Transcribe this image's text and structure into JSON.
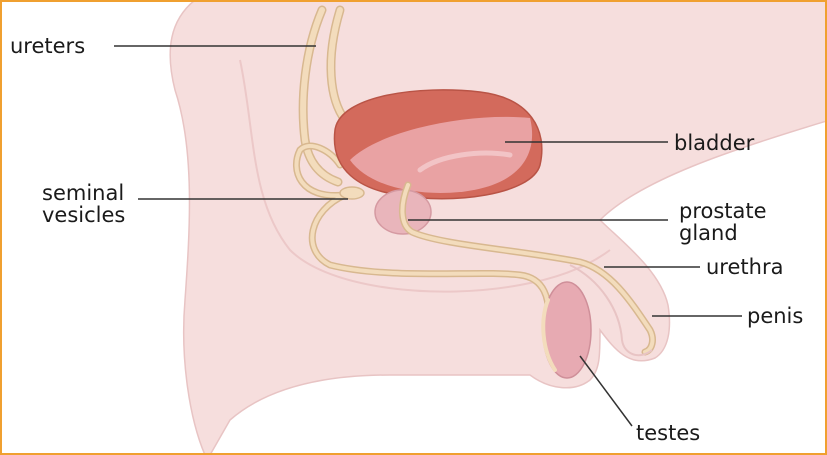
{
  "labels": {
    "ureters": "ureters",
    "bladder": "bladder",
    "seminal_line1": "seminal",
    "seminal_line2": "vesicles",
    "prostate_line1": "prostate",
    "prostate_line2": "gland",
    "urethra": "urethra",
    "penis": "penis",
    "testes": "testes"
  },
  "colors": {
    "frame_border": "#f0a030",
    "body_fill": "#f6dedd",
    "body_outline": "#e8c4c4",
    "bladder_outer": "#d36a5c",
    "bladder_inner": "#e9a2a3",
    "prostate": "#e9b5bb",
    "tube": "#f3dcbc",
    "tube_outline": "#d8b890",
    "testis": "#e7aab2",
    "leader_line": "#333333"
  }
}
